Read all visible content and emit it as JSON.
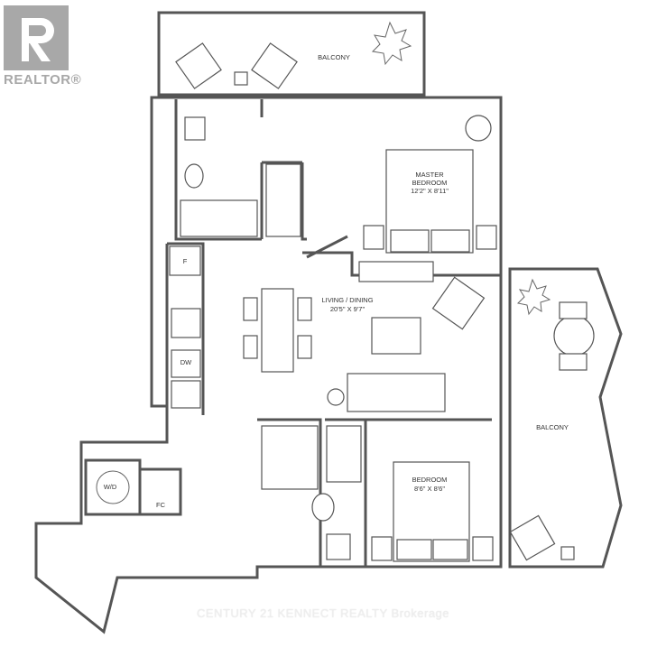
{
  "logo": {
    "text": "REALTOR®"
  },
  "rooms": {
    "balcony_top": "BALCONY",
    "balcony_right": "BALCONY",
    "master_bedroom": {
      "name_line1": "MASTER",
      "name_line2": "BEDROOM",
      "dims": "12'2\" X 8'11\""
    },
    "living_dining": {
      "name": "LIVING / DINING",
      "dims": "20'5\" X 9'7\""
    },
    "bedroom": {
      "name": "BEDROOM",
      "dims": "8'6\" X 8'6\""
    }
  },
  "fixtures": {
    "fridge": "F",
    "dishwasher": "DW",
    "washer_dryer": "W/D",
    "fan_coil": "FC"
  },
  "watermark": "CENTURY 21 KENNECT REALTY Brokerage"
}
